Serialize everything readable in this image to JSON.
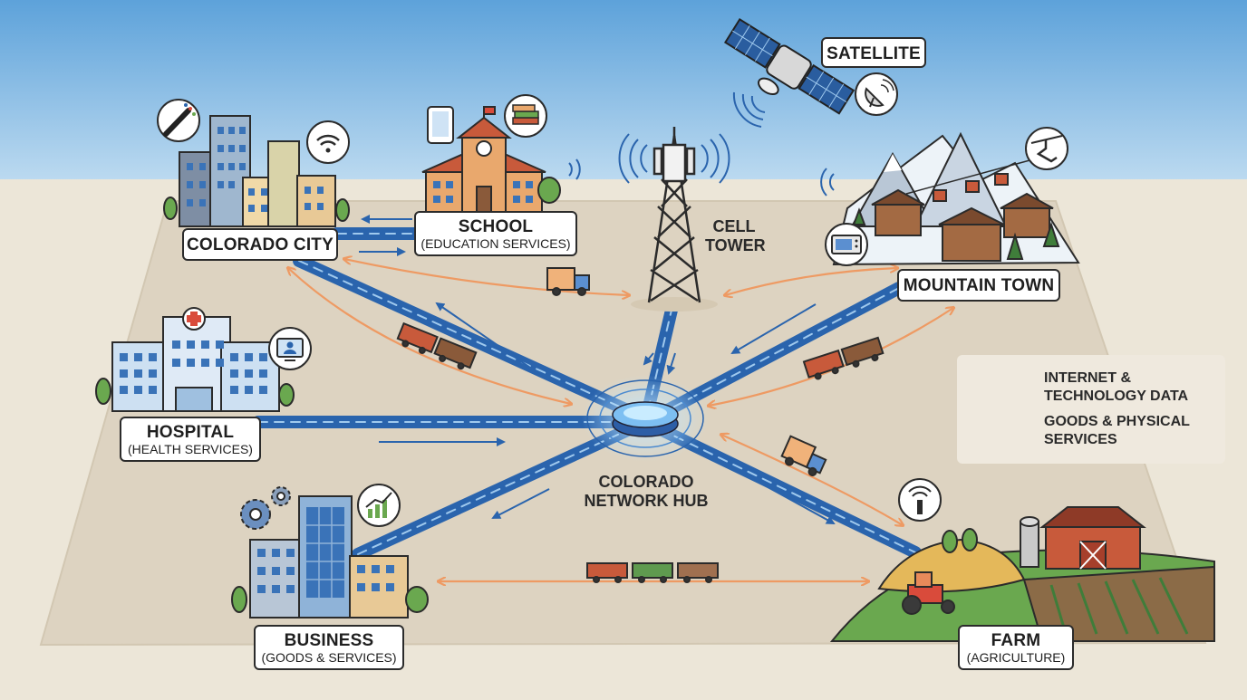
{
  "nodes": {
    "colorado_city": {
      "title": "COLORADO CITY"
    },
    "school": {
      "title": "SCHOOL",
      "subtitle": "(EDUCATION SERVICES)"
    },
    "cell_tower": {
      "line1": "CELL",
      "line2": "TOWER"
    },
    "satellite": {
      "title": "SATELLITE"
    },
    "mountain_town": {
      "title": "MOUNTAIN TOWN"
    },
    "hospital": {
      "title": "HOSPITAL",
      "subtitle": "(HEALTH SERVICES)"
    },
    "hub": {
      "line1": "COLORADO",
      "line2": "NETWORK HUB"
    },
    "business": {
      "title": "BUSINESS",
      "subtitle": "(GOODS & SERVICES)"
    },
    "farm": {
      "title": "FARM",
      "subtitle": "(AGRICULTURE)"
    }
  },
  "legend": {
    "data_line1": "INTERNET &",
    "data_line2": "TECHNOLOGY DATA",
    "goods_line1": "GOODS & PHYSICAL",
    "goods_line2": "SERVICES"
  },
  "icons": [
    "fiber-cable-icon",
    "wifi-icon",
    "tablet-icon",
    "books-icon",
    "satellite-dish-icon",
    "ski-lift-icon",
    "microwave-icon",
    "medical-monitor-icon",
    "growth-chart-icon",
    "wireless-sensor-icon",
    "gears-icon",
    "truck-icon",
    "train-icon",
    "tractor-icon"
  ],
  "colors": {
    "sky": "#5aa0d8",
    "ground": "#ece6d8",
    "map": "#ddd3c1",
    "data_line": "#2a64ad",
    "goods_arrow": "#ee9a63"
  }
}
